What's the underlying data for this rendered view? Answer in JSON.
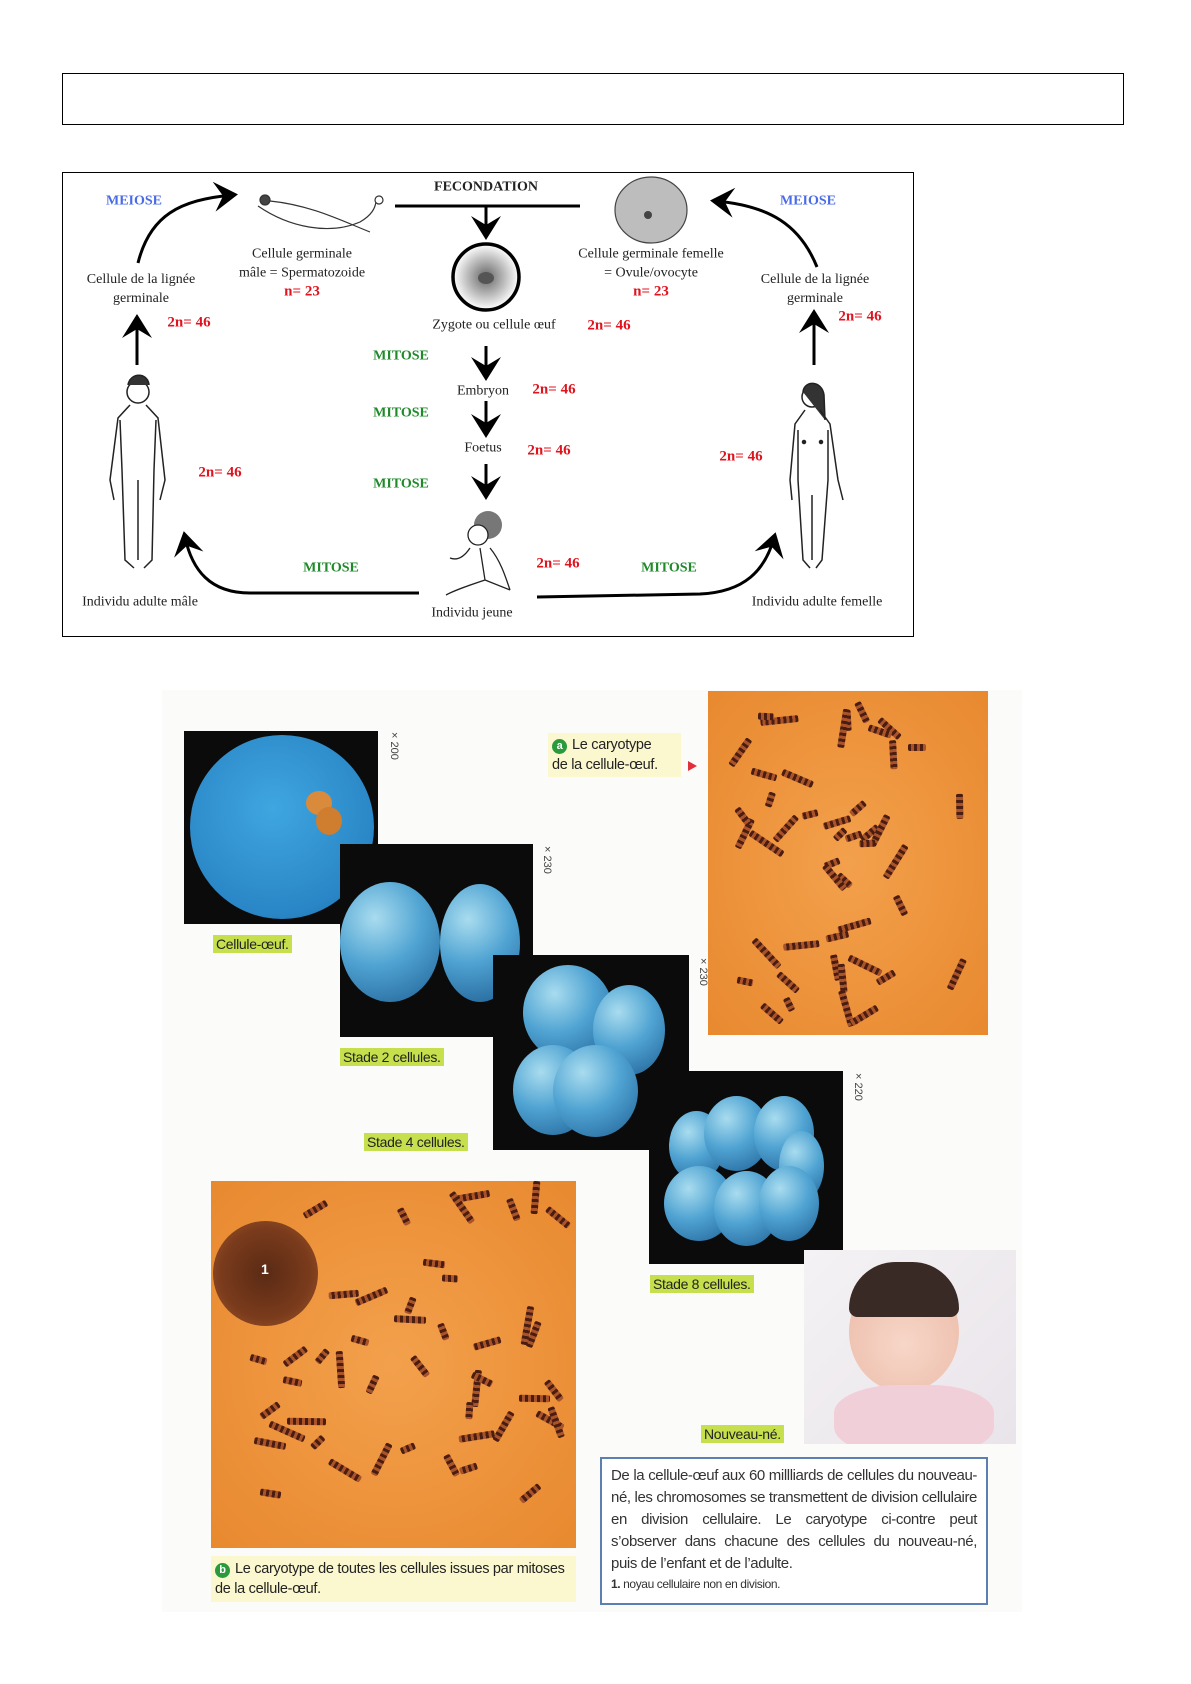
{
  "header_box": {
    "text": ""
  },
  "diagram": {
    "fecondation": "FECONDATION",
    "meiose_left": "MEIOSE",
    "meiose_right": "MEIOSE",
    "sperm_label": [
      "Cellule germinale",
      "mâle = Spermatozoide"
    ],
    "sperm_ploidy": "n= 23",
    "ovule_label": [
      "Cellule germinale femelle",
      "= Ovule/ovocyte"
    ],
    "ovule_ploidy": "n= 23",
    "lignee_left": [
      "Cellule de la lignée",
      "germinale"
    ],
    "lignee_left_ploidy": "2n= 46",
    "lignee_right": [
      "Cellule de la lignée",
      "germinale"
    ],
    "lignee_right_ploidy": "2n= 46",
    "zygote_label": "Zygote ou cellule œuf",
    "zygote_ploidy": "2n= 46",
    "mitose_1": "MITOSE",
    "embryon_label": "Embryon",
    "embryon_ploidy": "2n= 46",
    "mitose_2": "MITOSE",
    "foetus_label": "Foetus",
    "foetus_ploidy": "2n= 46",
    "mitose_3": "MITOSE",
    "male_ploidy": "2n= 46",
    "female_ploidy": "2n= 46",
    "baby_ploidy": "2n= 46",
    "mitose_bottom_left": "MITOSE",
    "mitose_bottom_right": "MITOSE",
    "male_label": "Individu adulte mâle",
    "young_label": "Individu jeune",
    "female_label": "Individu adulte femelle",
    "colors": {
      "meiose": "#4a6be8",
      "mitose": "#1e8a2a",
      "ploidy": "#e0141e"
    }
  },
  "figure": {
    "captions": {
      "egg": "Cellule-œuf.",
      "stage2": "Stade 2 cellules.",
      "stage4": "Stade 4 cellules.",
      "stage8": "Stade 8 cellules.",
      "newborn": "Nouveau-né."
    },
    "magnifications": {
      "egg": "× 200",
      "stage2": "× 230",
      "stage4": "× 230",
      "stage8": "× 220"
    },
    "karyotype_a": {
      "badge": "a",
      "line1": "Le caryotype",
      "line2": "de la cellule-œuf."
    },
    "karyotype_b": {
      "badge": "b",
      "text": "Le caryotype de toutes les cellules issues par mitoses de la cellule-œuf.",
      "nucleus_marker": "1"
    },
    "textbox": {
      "body": "De la cellule-œuf aux 60 millliards de cellules du nouveau-né, les chromosomes se transmettent de division cellulaire en division cellulaire. Le caryotype ci-contre peut s’observer dans chacune des cellules du nouveau-né, puis de l’enfant et de l’adulte.",
      "note_num": "1.",
      "note": "noyau cellulaire non en division."
    }
  }
}
